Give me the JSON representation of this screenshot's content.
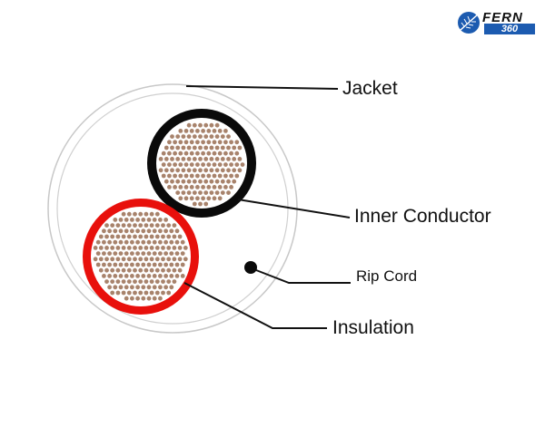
{
  "logo": {
    "text": "FERN 360",
    "brand": "FERN",
    "number": "360"
  },
  "labels": {
    "jacket": "Jacket",
    "inner_conductor": "Inner Conductor",
    "rip_cord": "Rip Cord",
    "insulation": "Insulation"
  },
  "colors": {
    "copper": "#a8836c",
    "insulation_red": "#e8100c",
    "insulation_black": "#0a0a0a",
    "jacket": "#c8c8c8",
    "logo_blue": "#1c5bb0"
  }
}
